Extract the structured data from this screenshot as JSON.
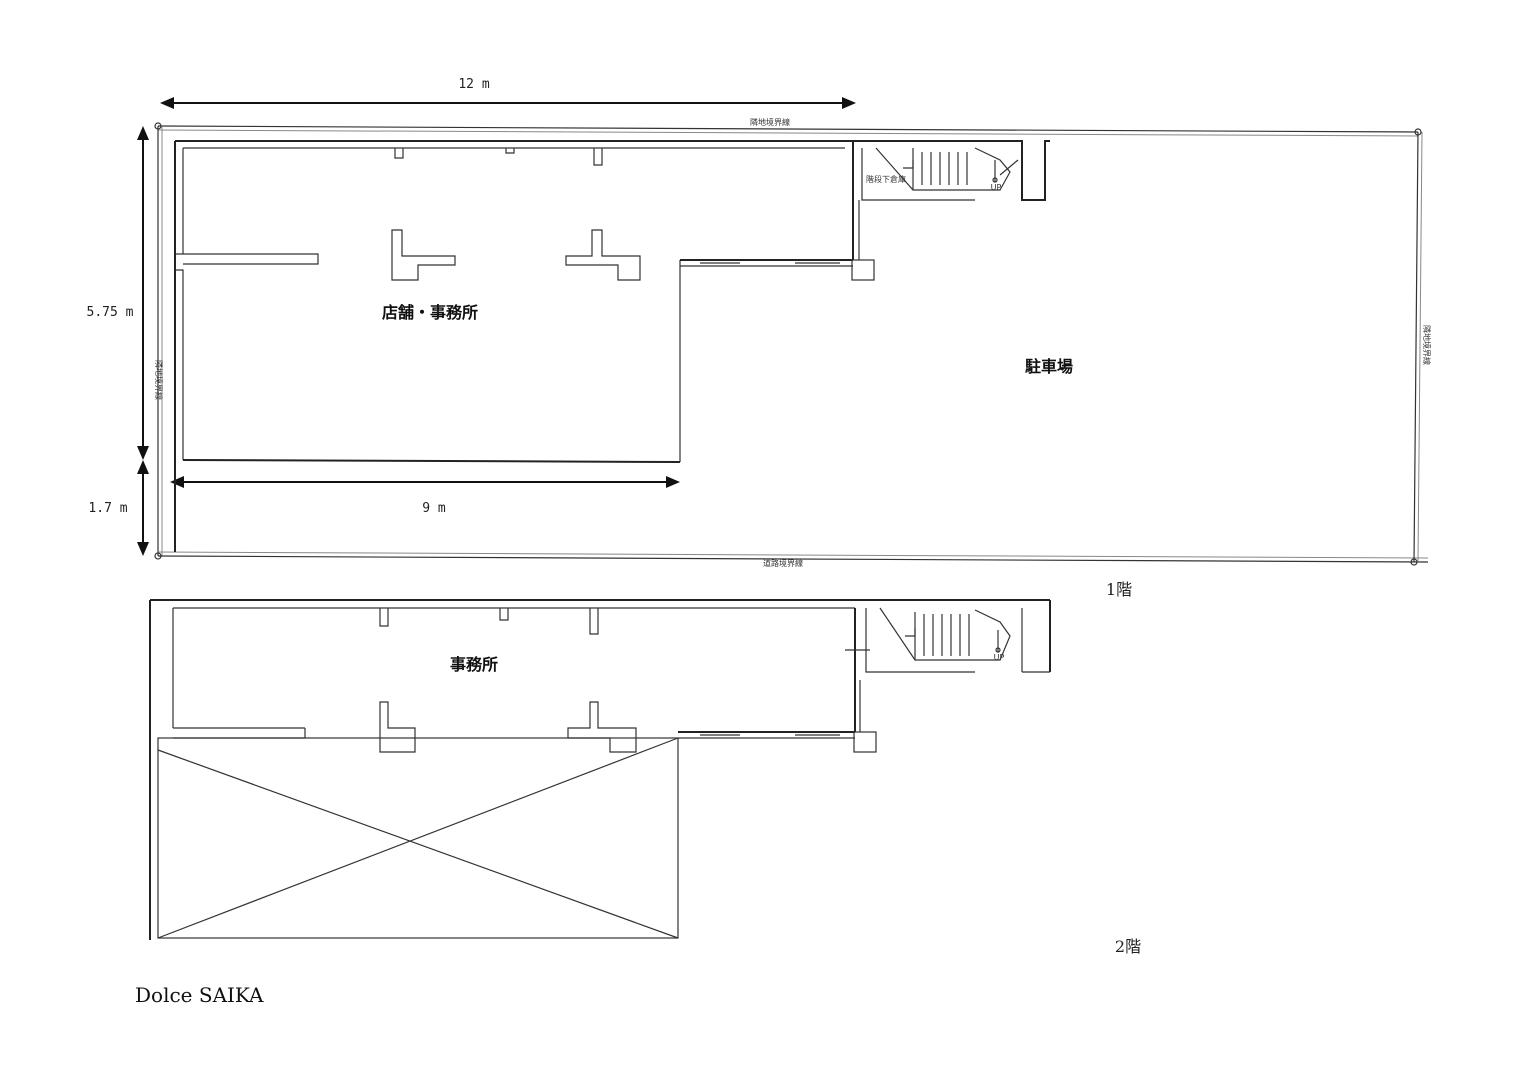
{
  "dimensions": {
    "width_top": "12 m",
    "height_left": "5.75 m",
    "height_lower": "1.7 m",
    "width_shop": "9 m"
  },
  "floor1": {
    "label": "1階",
    "room_shop_office": "店舗・事務所",
    "room_parking": "駐車場",
    "stair_note": "階段下倉庫",
    "stair_up": "UP",
    "boundary_top": "隣地境界線",
    "boundary_left": "隣地境界線",
    "boundary_bottom": "道路境界線",
    "boundary_right": "隣地境界線"
  },
  "floor2": {
    "label": "2階",
    "room_office": "事務所",
    "stair_up": "UP"
  },
  "brand": "Dolce SAIKA"
}
